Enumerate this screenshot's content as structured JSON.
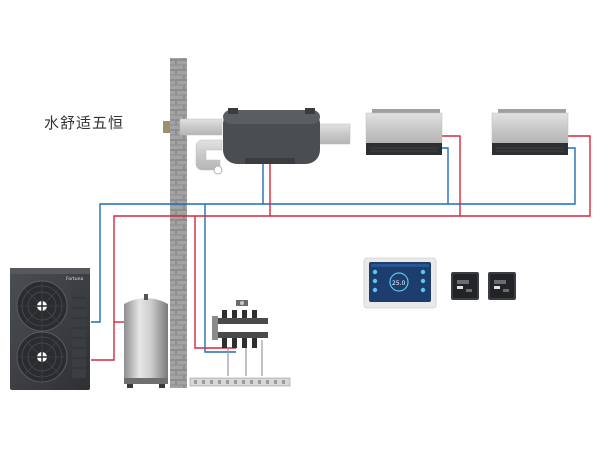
{
  "diagram": {
    "title": "水舒适五恒",
    "brand_label": "Fortuna",
    "thermostat_reading": "25.0"
  },
  "colors": {
    "supply_pipe": "#d6283a",
    "return_pipe": "#1f6fb5",
    "wall": "#8f8f8f",
    "unit_dark": "#3f4246",
    "unit_body": "#c8c8c8"
  },
  "icons": [
    "fan-icon",
    "grille-icon",
    "screen-icon"
  ]
}
